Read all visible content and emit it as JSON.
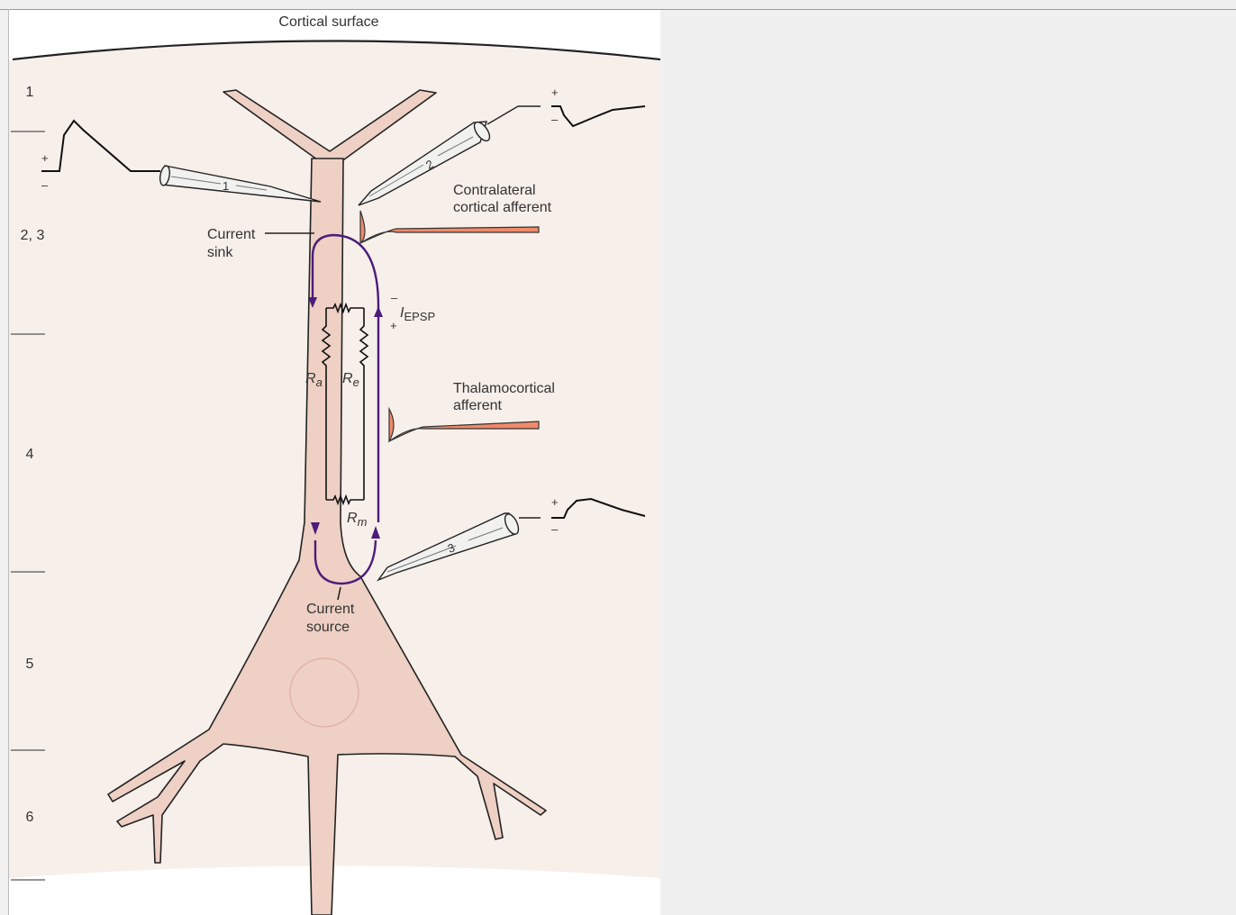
{
  "diagram": {
    "surface_label": "Cortical surface",
    "layers": [
      "1",
      "2, 3",
      "4",
      "5",
      "6"
    ],
    "labels": {
      "contralateral_line1": "Contralateral",
      "contralateral_line2": "cortical afferent",
      "thalamocortical_line1": "Thalamocortical",
      "thalamocortical_line2": "afferent",
      "current_sink_line1": "Current",
      "current_sink_line2": "sink",
      "current_source_line1": "Current",
      "current_source_line2": "source",
      "ra": "R",
      "ra_sub": "a",
      "re": "R",
      "re_sub": "e",
      "rm": "R",
      "rm_sub": "m",
      "iepsp": "I",
      "iepsp_sub": "EPSP",
      "plus": "+",
      "minus": "–"
    },
    "electrodes": [
      "1",
      "2",
      "3"
    ],
    "colors": {
      "tissue": "#f7efea",
      "neuron": "#eed0c4",
      "afferent": "#f08a6a",
      "current_loop": "#4b1d7a",
      "line": "#222222"
    }
  }
}
